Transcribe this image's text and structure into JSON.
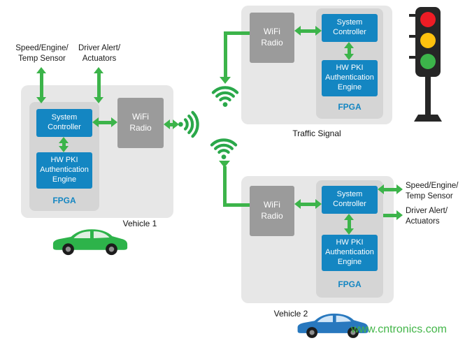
{
  "colors": {
    "box_blue": "#1486c2",
    "box_gray": "#9b9b9b",
    "panel_gray": "#e7e7e7",
    "panel_inner_gray": "#d5d5d5",
    "arrow_green": "#3cb44a",
    "traffic_red": "#ee1c25",
    "traffic_amber": "#ffc20e",
    "traffic_green": "#3cb44a",
    "car1_green": "#2db34a",
    "car2_blue": "#2878be",
    "watermark_green": "#43b649"
  },
  "vehicle1": {
    "sensor_label": "Speed/Engine/\nTemp Sensor",
    "actuator_label": "Driver Alert/\nActuators",
    "system_controller": "System\nController",
    "hw_pki": "HW PKI\nAuthentication\nEngine",
    "fpga_label": "FPGA",
    "wifi_radio": "WiFi\nRadio",
    "caption": "Vehicle 1"
  },
  "traffic_signal": {
    "wifi_radio": "WiFi\nRadio",
    "system_controller": "System\nController",
    "hw_pki": "HW PKI\nAuthentication\nEngine",
    "fpga_label": "FPGA",
    "caption": "Traffic Signal"
  },
  "vehicle2": {
    "wifi_radio": "WiFi\nRadio",
    "system_controller": "System\nController",
    "hw_pki": "HW PKI\nAuthentication\nEngine",
    "fpga_label": "FPGA",
    "sensor_label": "Speed/Engine/\nTemp Sensor",
    "actuator_label": "Driver Alert/\nActuators",
    "caption": "Vehicle 2"
  },
  "watermark": "www.cntronics.com"
}
